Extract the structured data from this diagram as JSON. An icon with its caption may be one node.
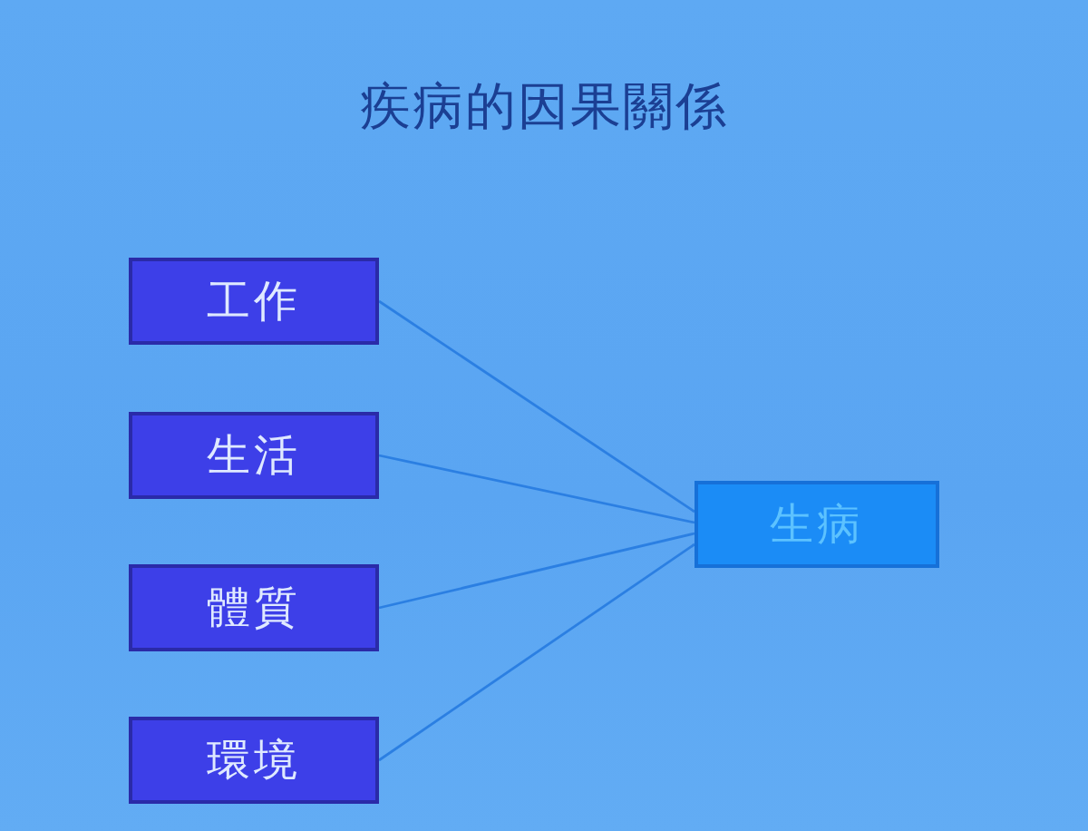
{
  "diagram": {
    "title": "疾病的因果關係",
    "nodes": [
      {
        "text": [
          "工作"
        ]
      },
      {
        "text": [
          "生活"
        ]
      },
      {
        "text": [
          "體質"
        ]
      },
      {
        "text": [
          "環境"
        ]
      },
      {
        "text": [
          "生病"
        ]
      }
    ],
    "edges": [
      {
        "from": 0,
        "to": 4,
        "arrow": "none"
      },
      {
        "from": 1,
        "to": 4,
        "arrow": "none"
      },
      {
        "from": 2,
        "to": 4,
        "arrow": "none"
      },
      {
        "from": 3,
        "to": 4,
        "arrow": "none"
      }
    ]
  }
}
